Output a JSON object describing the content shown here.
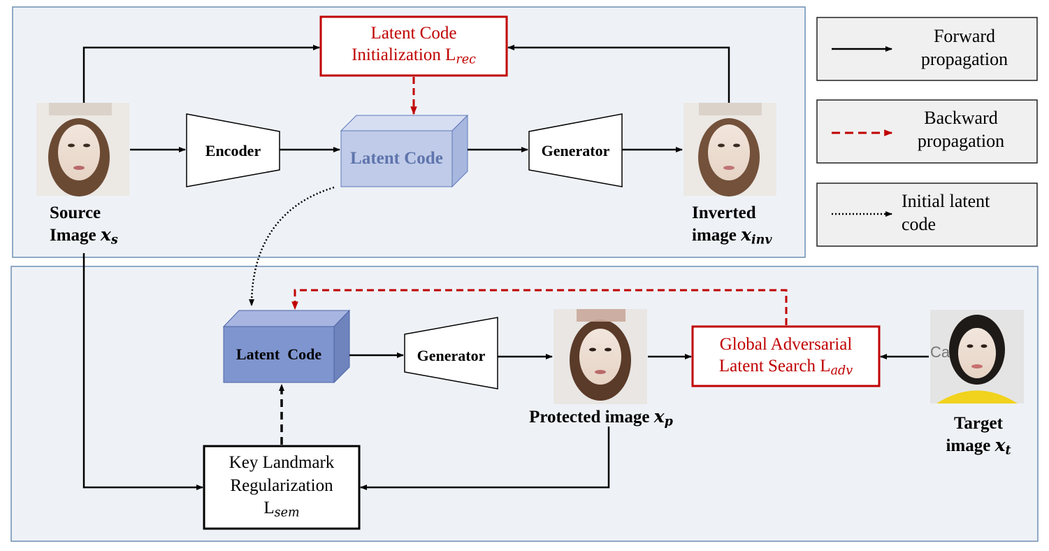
{
  "colors": {
    "panel_fill": "#eef2f7",
    "panel_stroke": "#6d8fb3",
    "legend_fill": "#f0f0f0",
    "latent_light_front": "#bfcbe8",
    "latent_light_top": "#d6def2",
    "latent_light_side": "#a7b7de",
    "latent_dark_front": "#7f95cf",
    "latent_dark_top": "#a7b5e0",
    "latent_dark_side": "#6f83bd",
    "loss_red": "#c00000",
    "arrow_black": "#000000"
  },
  "top": {
    "latent_init": {
      "line1": "Latent Code",
      "line2_prefix": "Initialization L",
      "line2_sub": "rec"
    },
    "encoder": "Encoder",
    "latent_code": "Latent Code",
    "generator": "Generator",
    "source": {
      "line1": "Source",
      "line2_prefix": "Image ",
      "line2_math": "x",
      "line2_sub": "s"
    },
    "inverted": {
      "line1": "Inverted",
      "line2_prefix": "image ",
      "line2_math": "x",
      "line2_sub": "inv"
    }
  },
  "bottom": {
    "latent_code": "Latent  Code",
    "generator": "Generator",
    "protected": {
      "prefix": "Protected image ",
      "math": "x",
      "sub": "p"
    },
    "adversarial": {
      "line1": "Global Adversarial",
      "line2_prefix": "Latent Search L",
      "line2_sub": "adv"
    },
    "landmark": {
      "line1": "Key Landmark",
      "line2": "Regularization",
      "line3_prefix": "L",
      "line3_sub": "sem"
    },
    "target": {
      "line1": "Target",
      "line2_prefix": "image ",
      "line2_math": "x",
      "line2_sub": "t"
    },
    "target_bg_text": "Ca"
  },
  "legend": {
    "forward": {
      "line1": "Forward",
      "line2": "propagation",
      "icon": "solid-arrow-icon"
    },
    "backward": {
      "line1": "Backward",
      "line2": "propagation",
      "icon": "dashed-red-arrow-icon"
    },
    "initial": {
      "line1": "Initial latent",
      "line2": "code",
      "icon": "dotted-arrow-icon"
    }
  }
}
